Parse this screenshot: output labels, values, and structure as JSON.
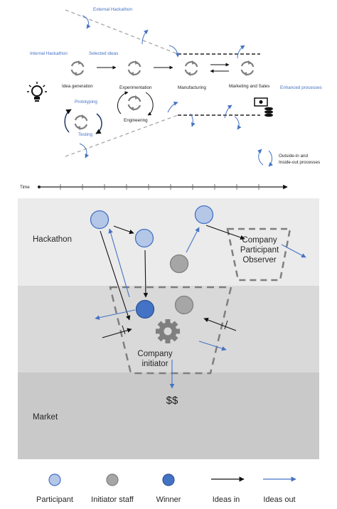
{
  "top": {
    "external_hackathon": "External Hackathon",
    "internal_hackathon": "Internal Hackathon",
    "selected_ideas": "Selected ideas",
    "idea_generation": "Idea generation",
    "experimentation": "Experimentation",
    "manufacturing": "Manufacturing",
    "marketing_sales": "Marketing and Sales",
    "enhanced_processes": "Enhanced processes",
    "prototyping": "Prototyping",
    "testing": "Testing",
    "engineering": "Engineering",
    "outside_in_1": "Outside-in and",
    "outside_in_2": "Inside-out processes",
    "time": "Time"
  },
  "bottom": {
    "hackathon": "Hackathon",
    "market": "Market",
    "observer_1": "Company",
    "observer_2": "Participant",
    "observer_3": "Observer",
    "initiator_1": "Company",
    "initiator_2": "initiator",
    "money": "$$"
  },
  "legend": {
    "participant": "Participant",
    "initiator_staff": "Initiator staff",
    "winner": "Winner",
    "ideas_in": "Ideas in",
    "ideas_out": "Ideas out"
  },
  "colors": {
    "participant": "#b4c7e7",
    "initiator_staff": "#a6a6a6",
    "winner": "#4472c4",
    "ideas_in": "#000000",
    "ideas_out": "#4472c4",
    "hackathon_band": "#ebebeb",
    "middle_band": "#d9d9d9",
    "market_band": "#c9c9c9"
  }
}
